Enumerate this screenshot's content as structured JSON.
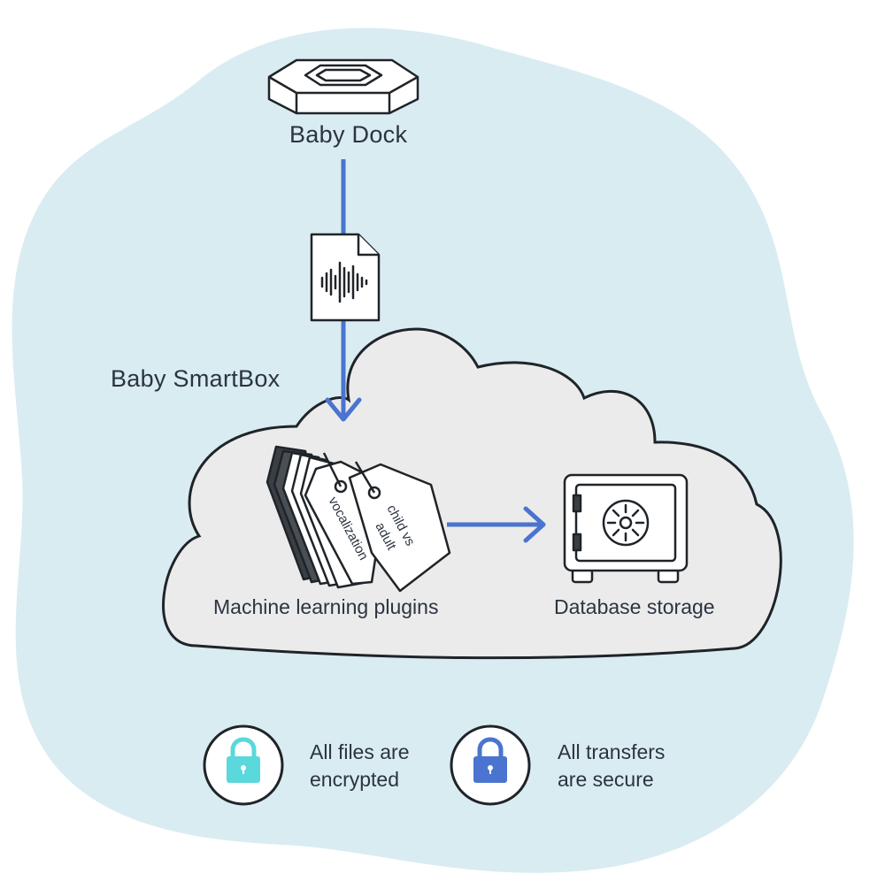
{
  "labels": {
    "dock": "Baby Dock",
    "smartbox": "Baby SmartBox",
    "ml_plugins": "Machine learning plugins",
    "database": "Database storage"
  },
  "tags": {
    "front": [
      "child vs",
      "adult"
    ],
    "back": "vocalization"
  },
  "notes": [
    {
      "lines": [
        "All files are",
        "encrypted"
      ],
      "icon": "lock-icon",
      "color": "#5ad8dc"
    },
    {
      "lines": [
        "All transfers",
        "are secure"
      ],
      "icon": "lock-icon",
      "color": "#4a74cf"
    }
  ],
  "colors": {
    "background_blob": "#d9ecf1",
    "cloud": "#ebebeb",
    "arrow": "#4a74cf",
    "outline": "#1f2429"
  }
}
